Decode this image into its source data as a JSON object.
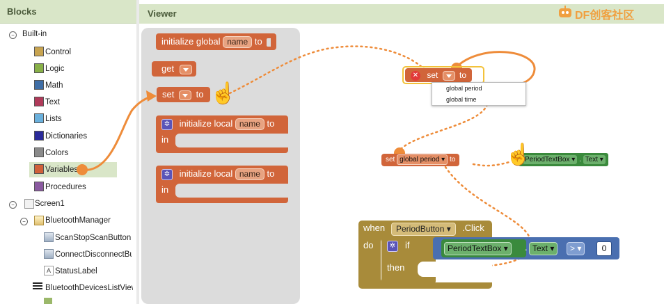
{
  "blocks_panel": {
    "title": "Blocks",
    "builtin_label": "Built-in",
    "categories": [
      {
        "label": "Control",
        "color": "#c8a450"
      },
      {
        "label": "Logic",
        "color": "#88b048"
      },
      {
        "label": "Math",
        "color": "#3f6ea6"
      },
      {
        "label": "Text",
        "color": "#b03a5a"
      },
      {
        "label": "Lists",
        "color": "#6ab0dc"
      },
      {
        "label": "Dictionaries",
        "color": "#2a2a9a"
      },
      {
        "label": "Colors",
        "color": "#8a8a8a"
      },
      {
        "label": "Variables",
        "color": "#d0603a"
      },
      {
        "label": "Procedures",
        "color": "#8a5aa0"
      }
    ],
    "components": {
      "screen": "Screen1",
      "manager": "BluetoothManager",
      "children": [
        "ScanStopScanButton",
        "ConnectDisconnectBu",
        "StatusLabel"
      ],
      "list_view": "BluetoothDevicesListView"
    }
  },
  "viewer": {
    "title": "Viewer",
    "watermark": "DF创客社区"
  },
  "flyout": {
    "init_global": {
      "prefix": "initialize global",
      "name": "name",
      "suffix": "to"
    },
    "get_label": "get",
    "set_label": "set",
    "set_to": "to",
    "init_local_1": {
      "prefix": "initialize local",
      "name": "name",
      "suffix": "to",
      "in_label": "in"
    },
    "init_local_2": {
      "prefix": "initialize local",
      "name": "name",
      "suffix": "to",
      "in_label": "in"
    }
  },
  "workspace": {
    "set_block": {
      "set_label": "set",
      "to_label": "to"
    },
    "dropdown_options": [
      "global period",
      "global time"
    ],
    "set_period": {
      "set_label": "set",
      "var": "global period",
      "to_label": "to"
    },
    "textbox_getter": {
      "component": "PeriodTextBox",
      "property": "Text"
    },
    "event": {
      "when": "when",
      "component": "PeriodButton",
      "event_name": ".Click",
      "do_label": "do",
      "if_label": "if",
      "then_label": "then",
      "compare_component": "PeriodTextBox",
      "compare_property": "Text",
      "operator": ">",
      "value": "0"
    }
  },
  "colors": {
    "accent_orange": "#ee8c3a",
    "variable_block": "#d1653a",
    "component_green": "#3a8a3c",
    "control_brown": "#a88b3a",
    "math_blue": "#4a6fb0"
  }
}
